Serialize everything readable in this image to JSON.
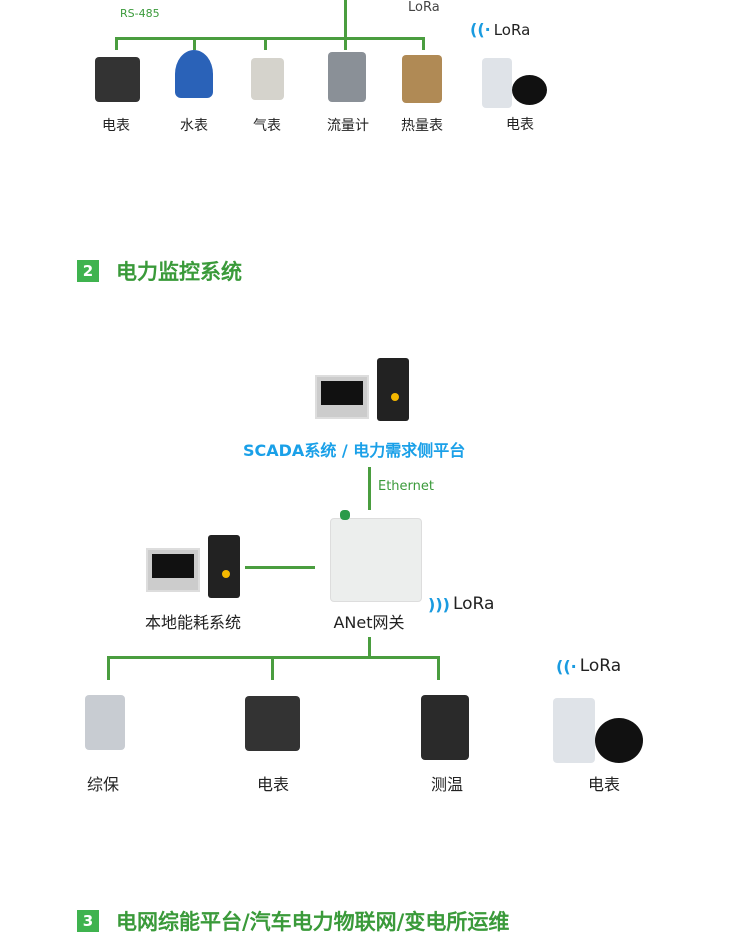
{
  "section1": {
    "bus_label": "RS-485",
    "top_lora": "LoRa",
    "devices": [
      "电表",
      "水表",
      "气表",
      "流量计",
      "热量表"
    ],
    "lora_label": "LoRa",
    "lora_device": "电表"
  },
  "section2": {
    "number": "2",
    "title": "电力监控系统",
    "scada": "SCADA系统 / 电力需求侧平台",
    "ethernet": "Ethernet",
    "local": "本地能耗系统",
    "gateway": "ANet网关",
    "lora1": "LoRa",
    "devices": [
      "综保",
      "电表",
      "测温"
    ],
    "lora2": "LoRa",
    "lora_device": "电表"
  },
  "section3": {
    "number": "3",
    "title": "电网综能平台/汽车电力物联网/变电所运维"
  },
  "colors": {
    "line": "#4a9d3f",
    "heading": "#3a9a3a",
    "scada": "#1aa0e8"
  }
}
